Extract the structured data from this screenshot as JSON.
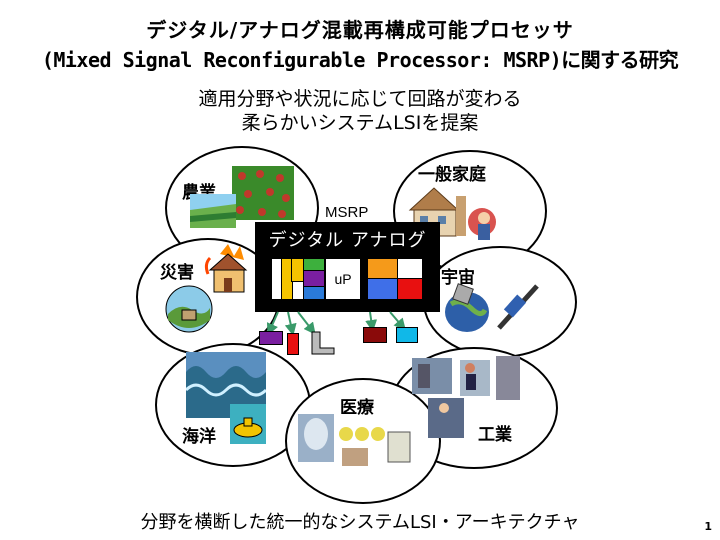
{
  "title": {
    "line1": "デジタル/アナログ混載再構成可能プロセッサ",
    "line2": "(Mixed Signal Reconfigurable Processor: MSRP)に関する研究"
  },
  "subtitle": {
    "line1": "適用分野や状況に応じて回路が変わる",
    "line2": "柔らかいシステムLSIを提案"
  },
  "domains": {
    "agriculture": "農業",
    "home": "一般家庭",
    "disaster": "災害",
    "space": "宇宙",
    "ocean": "海洋",
    "medical": "医療",
    "industry": "工業"
  },
  "chip": {
    "label": "MSRP",
    "title": "デジタル アナログ",
    "processor": "uP"
  },
  "footer": "分野を横断した統一的なシステムLSI・アーキテクチャ",
  "page_number": "1"
}
